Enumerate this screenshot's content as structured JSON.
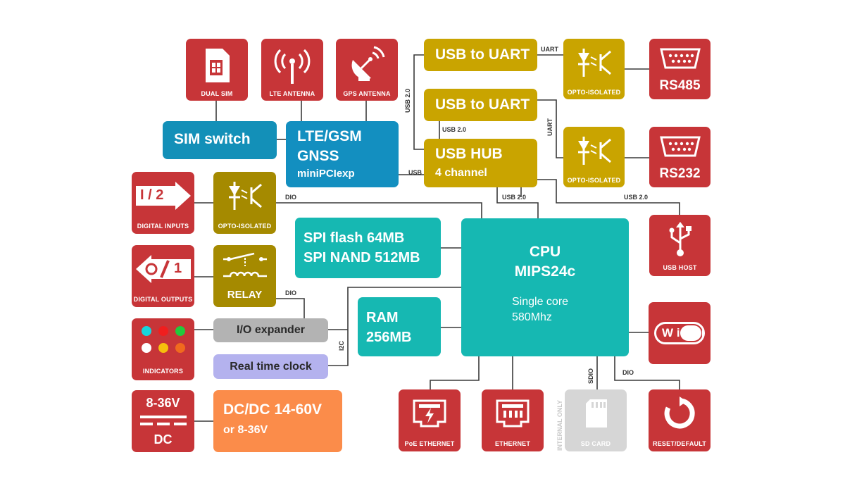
{
  "blocks": {
    "dual_sim": "DUAL SIM",
    "lte_antenna": "LTE ANTENNA",
    "gps_antenna": "GPS ANTENNA",
    "sim_switch": "SIM switch",
    "modem_line1": "LTE/GSM",
    "modem_line2": "GNSS",
    "modem_line3": "miniPCIexp",
    "usb_uart_1": "USB to UART",
    "usb_uart_2": "USB to UART",
    "usb_hub_line1": "USB HUB",
    "usb_hub_line2": "4 channel",
    "opto_1": "OPTO-ISOLATED",
    "opto_2": "OPTO-ISOLATED",
    "opto_3": "OPTO-ISOLATED",
    "rs485": "RS485",
    "rs232": "RS232",
    "digital_inputs": "DIGITAL INPUTS",
    "digital_inputs_badge": "I / 2",
    "digital_outputs": "DIGITAL OUTPUTS",
    "digital_outputs_badge": "1",
    "relay": "RELAY",
    "indicators": "INDICATORS",
    "io_expander": "I/O expander",
    "rtc": "Real time clock",
    "flash_line1": "SPI flash 64MB",
    "flash_line2": "SPI NAND 512MB",
    "ram_line1": "RAM",
    "ram_line2": "256MB",
    "cpu_line1": "CPU",
    "cpu_line2": "MIPS24c",
    "cpu_line3": "Single core",
    "cpu_line4": "580Mhz",
    "usb_host": "USB HOST",
    "wifi": "Wi Fi",
    "dc_top": "8-36V",
    "dc_bottom": "DC",
    "dcdc_line1": "DC/DC 14-60V",
    "dcdc_line2": "or 8-36V",
    "poe_ethernet": "PoE ETHERNET",
    "ethernet": "ETHERNET",
    "sd_card": "SD CARD",
    "internal_only": "INTERNAL ONLY",
    "reset": "RESET/DEFAULT"
  },
  "wires": {
    "usb": "USB",
    "usb20_vertical": "USB 2.0",
    "usb20_hub_top": "USB 2.0",
    "uart_top": "UART",
    "uart_side": "UART",
    "usb20_cpu": "USB 2.0",
    "usb20_host": "USB 2.0",
    "dio_inputs": "DIO",
    "dio_relay": "DIO",
    "i2c": "I2C",
    "sdio": "SDIO",
    "dio_reset": "DIO"
  },
  "colors": {
    "red": "#c73538",
    "gold": "#c9a400",
    "teal": "#16b8b2",
    "blue": "#1390b8",
    "orange": "#fb8c4a",
    "lavender": "#b4b2ee",
    "grey": "#b3b3b3"
  }
}
